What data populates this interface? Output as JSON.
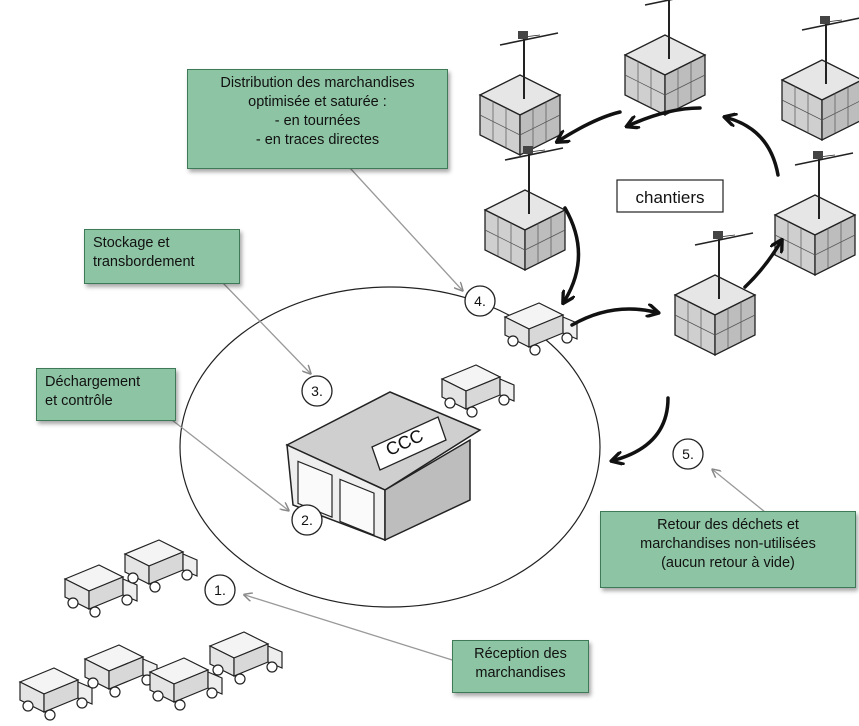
{
  "labels": {
    "distribution": [
      "Distribution des marchandises",
      "optimisée et saturée :",
      "- en tournées",
      "- en traces directes"
    ],
    "stockage": [
      "Stockage et",
      "transbordement"
    ],
    "dechargement": [
      "Déchargement",
      "et contrôle"
    ],
    "retour": [
      "Retour des déchets et",
      "marchandises non-utilisées",
      "(aucun retour à vide)"
    ],
    "reception": [
      "Réception des",
      "marchandises"
    ],
    "chantiers": "chantiers",
    "ccc": "CCC"
  },
  "steps": [
    "1.",
    "2.",
    "3.",
    "4.",
    "5."
  ],
  "colors": {
    "box_fill": "#8dc5a4",
    "box_border": "#3f7a58"
  }
}
